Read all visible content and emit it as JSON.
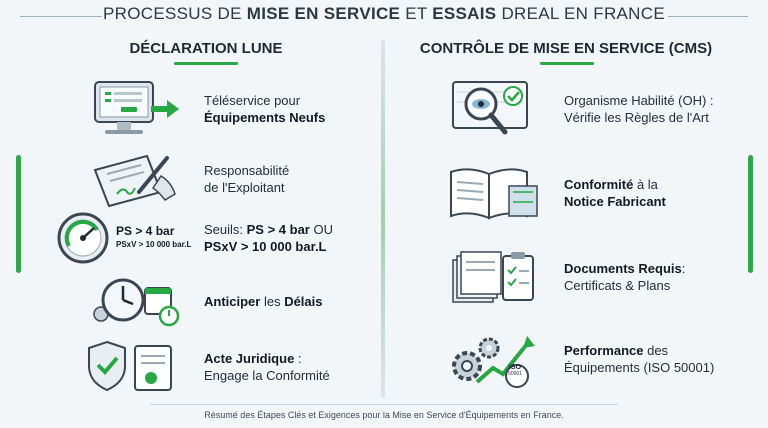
{
  "title": {
    "p1": "PROCESSUS DE ",
    "b1": "MISE EN SERVICE",
    "p2": " ET ",
    "b2": "ESSAIS",
    "p3": " DREAL EN FRANCE"
  },
  "left": {
    "heading": "DÉCLARATION LUNE",
    "items": [
      {
        "l1": "Téléservice pour",
        "l2b": "Équipements Neufs"
      },
      {
        "l1": "Responsabilité",
        "l2": "de l'Exploitant"
      },
      {
        "l1a": "Seuils: ",
        "l1b": "PS > 4 bar",
        "l1c": " OU",
        "l2b": "PSxV > 10 000 bar.L"
      },
      {
        "b": "Anticiper",
        "a": " les ",
        "c": "Délais"
      },
      {
        "b": "Acte Juridique",
        "a": " :",
        "l2": "Engage la Conformité"
      }
    ],
    "gauge": {
      "l1": "PS > 4 bar",
      "l2": "PSxV > 10 000 bar.L"
    }
  },
  "right": {
    "heading": "CONTRÔLE DE MISE EN SERVICE (CMS)",
    "items": [
      {
        "l1": "Organisme Habilité (OH) :",
        "l2": "Vérifie les Règles de l'Art"
      },
      {
        "b1": "Conformité",
        "a1": " à la",
        "b2": "Notice Fabricant"
      },
      {
        "b1": "Documents Requis",
        "a1": ":",
        "l2": "Certificats & Plans"
      },
      {
        "b1": "Performance",
        "a1": " des",
        "l2": "Équipements (ISO 50001)"
      }
    ],
    "iso_badge": "ISO",
    "iso_sub": "50001"
  },
  "footer": "Résumé des Étapes Clés et Exigences pour la Mise en Service d'Équipements en France.",
  "colors": {
    "accent": "#27a844",
    "dark": "#2f3b46",
    "light": "#dbe5ec"
  }
}
